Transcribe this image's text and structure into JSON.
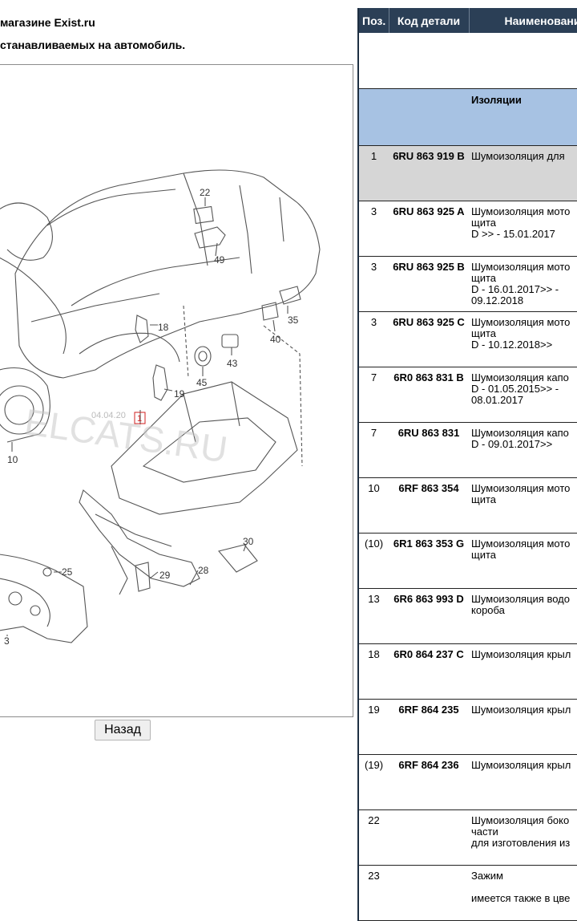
{
  "header": {
    "line1": "магазине Exist.ru",
    "line2": "станавливаемых на автомобиль."
  },
  "diagram": {
    "watermark": "ELCATS.RU",
    "date_stamp": "04.04.20",
    "callouts": [
      "22",
      "49",
      "18",
      "35",
      "40",
      "43",
      "45",
      "19",
      "1",
      "10",
      "30",
      "25",
      "29",
      "28",
      "3"
    ]
  },
  "back_button": {
    "label": "Назад"
  },
  "table": {
    "headers": {
      "pos": "Поз.",
      "code": "Код детали",
      "name": "Наименовани"
    },
    "group_label": "Изоляции",
    "rows": [
      {
        "pos": "1",
        "code": "6RU 863 919 B",
        "name": "Шумоизоляция для",
        "selected": true
      },
      {
        "pos": "3",
        "code": "6RU 863 925 A",
        "name": "Шумоизоляция мото\nщита\nD >> - 15.01.2017"
      },
      {
        "pos": "3",
        "code": "6RU 863 925 B",
        "name": "Шумоизоляция мото\nщита\nD - 16.01.2017>> -\n09.12.2018"
      },
      {
        "pos": "3",
        "code": "6RU 863 925 C",
        "name": "Шумоизоляция мото\nщита\nD - 10.12.2018>>"
      },
      {
        "pos": "7",
        "code": "6R0 863 831 B",
        "name": "Шумоизоляция капо\nD - 01.05.2015>> -\n08.01.2017"
      },
      {
        "pos": "7",
        "code": "6RU 863 831",
        "name": "Шумоизоляция капо\nD - 09.01.2017>>"
      },
      {
        "pos": "10",
        "code": "6RF 863 354",
        "name": "Шумоизоляция мото\nщита"
      },
      {
        "pos": "(10)",
        "code": "6R1 863 353 G",
        "name": "Шумоизоляция мото\nщита"
      },
      {
        "pos": "13",
        "code": "6R6 863 993 D",
        "name": "Шумоизоляция водо\nкороба"
      },
      {
        "pos": "18",
        "code": "6R0 864 237 C",
        "name": "Шумоизоляция крыл"
      },
      {
        "pos": "19",
        "code": "6RF 864 235",
        "name": "Шумоизоляция крыл"
      },
      {
        "pos": "(19)",
        "code": "6RF 864 236",
        "name": "Шумоизоляция крыл"
      },
      {
        "pos": "22",
        "code": "",
        "name": "Шумоизоляция боко\nчасти\nдля изготовления из"
      },
      {
        "pos": "23",
        "code": "",
        "name": "Зажим\n\nимеется также в цве"
      }
    ]
  }
}
